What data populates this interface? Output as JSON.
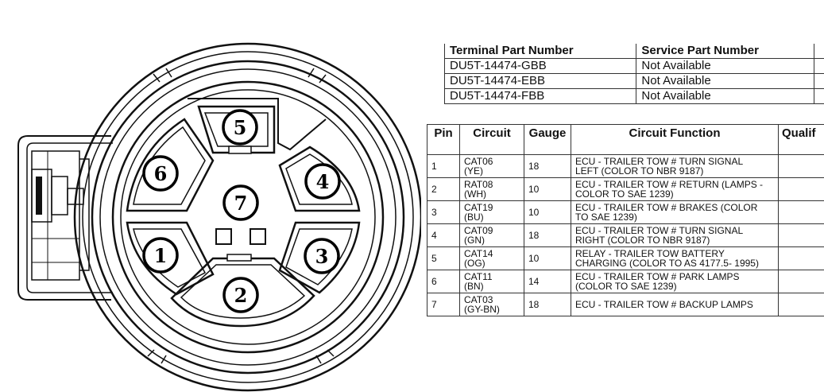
{
  "connector": {
    "pins": [
      "5",
      "6",
      "4",
      "7",
      "1",
      "3",
      "2"
    ]
  },
  "parts_table": {
    "headers": [
      "Terminal Part Number",
      "Service Part Number"
    ],
    "rows": [
      [
        "DU5T-14474-GBB",
        "Not Available"
      ],
      [
        "DU5T-14474-EBB",
        "Not Available"
      ],
      [
        "DU5T-14474-FBB",
        "Not Available"
      ]
    ]
  },
  "pin_table": {
    "headers": [
      "Pin",
      "Circuit",
      "Gauge",
      "Circuit Function",
      "Qualif"
    ],
    "rows": [
      {
        "pin": "1",
        "circuit": "CAT06\n(YE)",
        "gauge": "18",
        "function": "ECU - TRAILER TOW # TURN SIGNAL\nLEFT (COLOR TO NBR 9187)"
      },
      {
        "pin": "2",
        "circuit": "RAT08\n(WH)",
        "gauge": "10",
        "function": "ECU - TRAILER TOW # RETURN (LAMPS -\nCOLOR TO SAE 1239)"
      },
      {
        "pin": "3",
        "circuit": "CAT19\n(BU)",
        "gauge": "10",
        "function": "ECU - TRAILER TOW # BRAKES (COLOR\nTO SAE 1239)"
      },
      {
        "pin": "4",
        "circuit": "CAT09\n(GN)",
        "gauge": "18",
        "function": "ECU - TRAILER TOW # TURN SIGNAL\nRIGHT (COLOR TO NBR 9187)"
      },
      {
        "pin": "5",
        "circuit": "CAT14\n(OG)",
        "gauge": "10",
        "function": "RELAY - TRAILER TOW BATTERY\nCHARGING (COLOR TO AS 4177.5- 1995)"
      },
      {
        "pin": "6",
        "circuit": "CAT11\n(BN)",
        "gauge": "14",
        "function": "ECU - TRAILER TOW # PARK LAMPS\n(COLOR TO SAE 1239)"
      },
      {
        "pin": "7",
        "circuit": "CAT03\n(GY-BN)",
        "gauge": "18",
        "function": "ECU - TRAILER TOW # BACKUP LAMPS"
      }
    ]
  }
}
